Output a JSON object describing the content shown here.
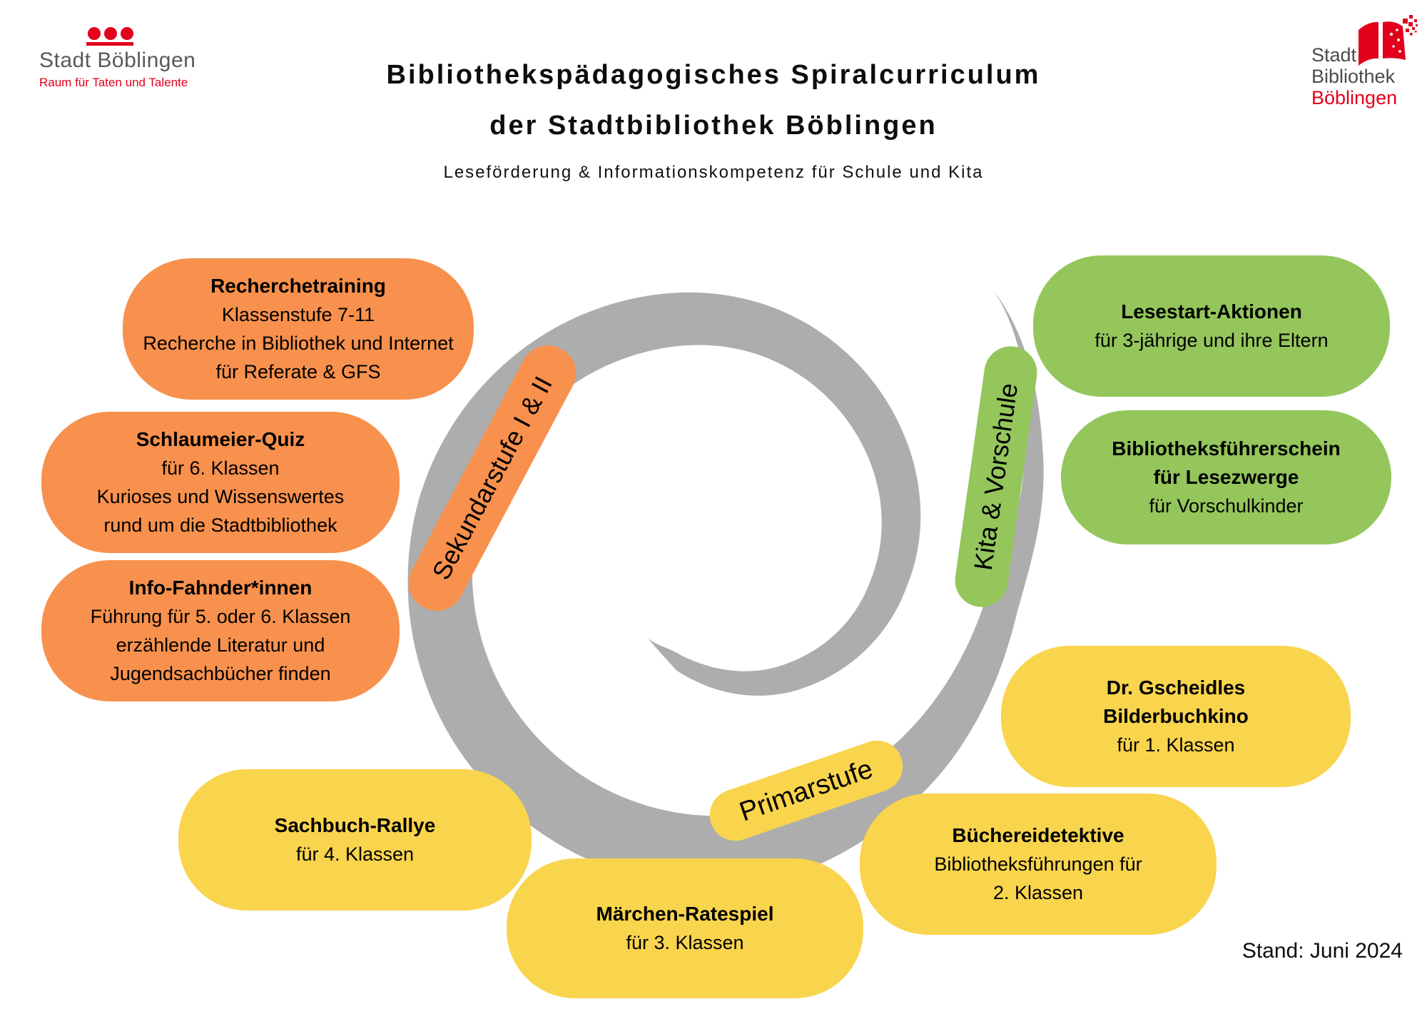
{
  "header": {
    "city_logo": {
      "name": "Stadt Böblingen",
      "tagline": "Raum für Taten und Talente",
      "red": "#e2001a"
    },
    "title_line1": "Bibliothekspädagogisches Spiralcurriculum",
    "title_line2": "der Stadtbibliothek Böblingen",
    "subtitle": "Leseförderung & Informationskompetenz für Schule und Kita",
    "library_logo": {
      "line1": "Stadt",
      "line2": "Bibliothek",
      "line3": "Böblingen",
      "red": "#e2001a"
    }
  },
  "spiral": {
    "color": "#adadad",
    "bands": [
      {
        "id": "sekundarstufe",
        "label": "Sekundarstufe I & II",
        "color": "#f8914d"
      },
      {
        "id": "kita",
        "label": "Kita & Vorschule",
        "color": "#94c65c"
      },
      {
        "id": "primarstufe",
        "label": "Primarstufe",
        "color": "#f9d44d"
      }
    ]
  },
  "bubbles": [
    {
      "group": "sekundarstufe",
      "color": "#f8914d",
      "title_lines": [
        "Recherchetraining"
      ],
      "lines": [
        "Klassenstufe 7-11",
        "Recherche in Bibliothek und Internet",
        "für Referate & GFS"
      ]
    },
    {
      "group": "sekundarstufe",
      "color": "#f8914d",
      "title_lines": [
        "Schlaumeier-Quiz"
      ],
      "lines": [
        "für 6. Klassen",
        "Kurioses und Wissenswertes",
        "rund um die Stadtbibliothek"
      ]
    },
    {
      "group": "sekundarstufe",
      "color": "#f8914d",
      "title_lines": [
        "Info-Fahnder*innen"
      ],
      "lines": [
        "Führung für 5. oder 6. Klassen",
        "erzählende Literatur und",
        "Jugendsachbücher finden"
      ]
    },
    {
      "group": "kita",
      "color": "#94c65c",
      "title_lines": [
        "Lesestart-Aktionen"
      ],
      "lines": [
        "für 3-jährige und ihre Eltern"
      ]
    },
    {
      "group": "kita",
      "color": "#94c65c",
      "title_lines": [
        "Bibliotheksführerschein",
        "für Lesezwerge"
      ],
      "lines": [
        "für Vorschulkinder"
      ]
    },
    {
      "group": "primarstufe",
      "color": "#f9d44d",
      "title_lines": [
        "Dr. Gscheidles",
        "Bilderbuchkino"
      ],
      "lines": [
        "für 1. Klassen"
      ]
    },
    {
      "group": "primarstufe",
      "color": "#f9d44d",
      "title_lines": [
        "Sachbuch-Rallye"
      ],
      "lines": [
        "für 4. Klassen"
      ]
    },
    {
      "group": "primarstufe",
      "color": "#f9d44d",
      "title_lines": [
        "Märchen-Ratespiel"
      ],
      "lines": [
        "für 3. Klassen"
      ]
    },
    {
      "group": "primarstufe",
      "color": "#f9d44d",
      "title_lines": [
        "Büchereidetektive"
      ],
      "lines": [
        "Bibliotheksführungen für",
        "2. Klassen"
      ]
    }
  ],
  "footer": {
    "stand": "Stand: Juni 2024"
  }
}
